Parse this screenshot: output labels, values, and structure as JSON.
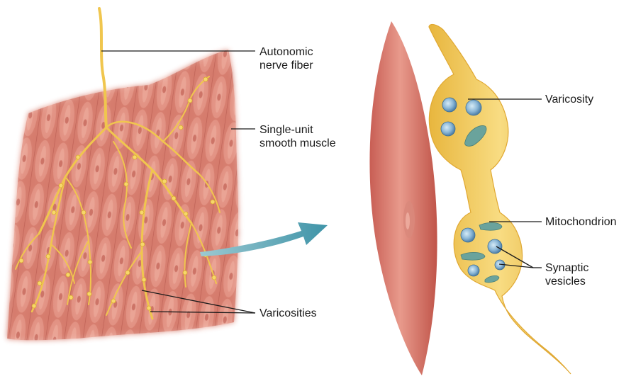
{
  "labels": {
    "autonomic_nerve_fiber": {
      "line1": "Autonomic",
      "line2": "nerve fiber"
    },
    "single_unit_smooth_muscle": {
      "line1": "Single-unit",
      "line2": "smooth muscle"
    },
    "varicosities": "Varicosities",
    "varicosity": "Varicosity",
    "mitochondrion": "Mitochondrion",
    "synaptic_vesicles": {
      "line1": "Synaptic",
      "line2": "vesicles"
    }
  },
  "colors": {
    "muscle": "#d4786a",
    "muscle_dark": "#b5564b",
    "nerve": "#f2cc55",
    "nerve_light": "#f8df88",
    "vesicle": "#8fb8d6",
    "mitochondrion": "#6fa5a0",
    "arrow": "#6aa9b5",
    "leader_line": "#1a1a1a"
  }
}
